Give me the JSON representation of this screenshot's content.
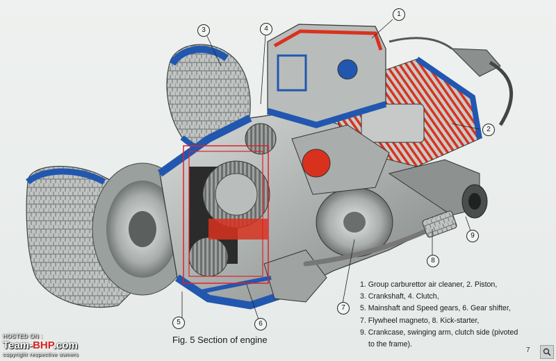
{
  "callouts": [
    "1",
    "2",
    "3",
    "4",
    "5",
    "6",
    "7",
    "8",
    "9"
  ],
  "legend": [
    "1. Group carburettor air cleaner, 2. Piston,",
    "3. Crankshaft,  4. Clutch,",
    "5. Mainshaft and Speed gears, 6. Gear shifter,",
    "7. Flywheel magneto, 8. Kick-starter,",
    "9. Crankcase, swinging arm, clutch side (pivoted",
    "to the frame)."
  ],
  "caption": "Fig. 5 Section of engine",
  "page_number": "7",
  "watermark": {
    "hosted": "HOSTED ON :",
    "logo_a": "Team-",
    "logo_b": "BHP",
    "logo_c": ".com",
    "copyright": "copyright respective owners"
  },
  "colors": {
    "casing_blue": "#2257b0",
    "section_red": "#d8321e",
    "metal_gray": "#8f9496",
    "highlight_box": "#e0202a"
  },
  "icons": {
    "zoom": "magnify-icon"
  }
}
